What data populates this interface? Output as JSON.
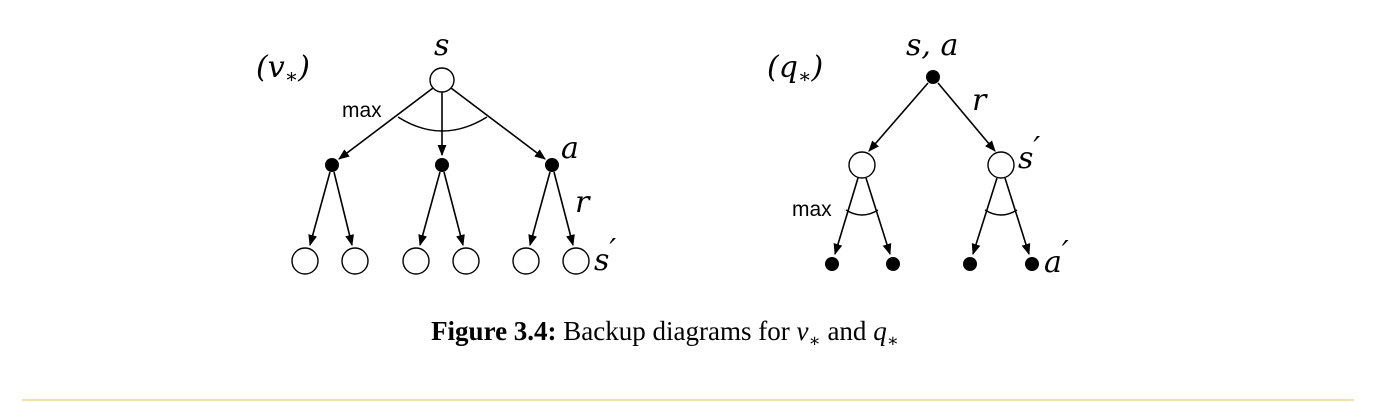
{
  "diagram_v": {
    "label": "(v",
    "label_sub": "∗",
    "label_close": ")",
    "root_label": "s",
    "max_label": "max",
    "action_label": "a",
    "reward_label": "r",
    "next_state_label": "s",
    "next_state_prime": "′"
  },
  "diagram_q": {
    "label": "(q",
    "label_sub": "∗",
    "label_close": ")",
    "root_label": "s, a",
    "reward_label": "r",
    "next_state_label": "s",
    "next_state_prime": "′",
    "max_label": "max",
    "next_action_label": "a",
    "next_action_prime": "′"
  },
  "caption": {
    "prefix": "Figure 3.4:",
    "text": " Backup diagrams for ",
    "v": "v",
    "v_sub": "∗",
    "and": " and ",
    "q": "q",
    "q_sub": "∗"
  },
  "colors": {
    "rule": "#f4dfa8",
    "ink": "#000000"
  }
}
